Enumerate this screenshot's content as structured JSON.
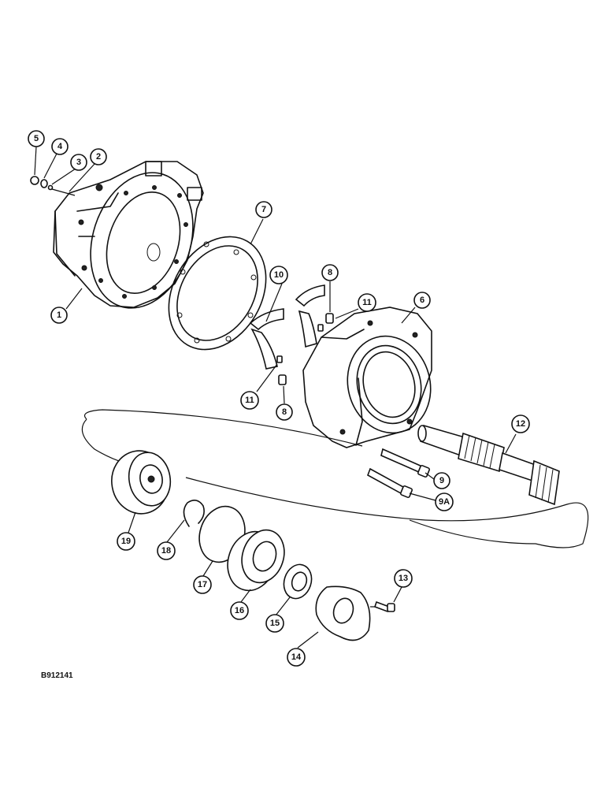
{
  "figure_id": "B912141",
  "callouts": [
    {
      "id": "c1",
      "label": "1"
    },
    {
      "id": "c2",
      "label": "2"
    },
    {
      "id": "c3",
      "label": "3"
    },
    {
      "id": "c4",
      "label": "4"
    },
    {
      "id": "c5",
      "label": "5"
    },
    {
      "id": "c6",
      "label": "6"
    },
    {
      "id": "c7",
      "label": "7"
    },
    {
      "id": "c8a",
      "label": "8"
    },
    {
      "id": "c8b",
      "label": "8"
    },
    {
      "id": "c9",
      "label": "9"
    },
    {
      "id": "c9a",
      "label": "9A"
    },
    {
      "id": "c10",
      "label": "10"
    },
    {
      "id": "c11a",
      "label": "11"
    },
    {
      "id": "c11b",
      "label": "11"
    },
    {
      "id": "c12",
      "label": "12"
    },
    {
      "id": "c13",
      "label": "13"
    },
    {
      "id": "c14",
      "label": "14"
    },
    {
      "id": "c15",
      "label": "15"
    },
    {
      "id": "c16",
      "label": "16"
    },
    {
      "id": "c17",
      "label": "17"
    },
    {
      "id": "c18",
      "label": "18"
    },
    {
      "id": "c19",
      "label": "19"
    }
  ]
}
